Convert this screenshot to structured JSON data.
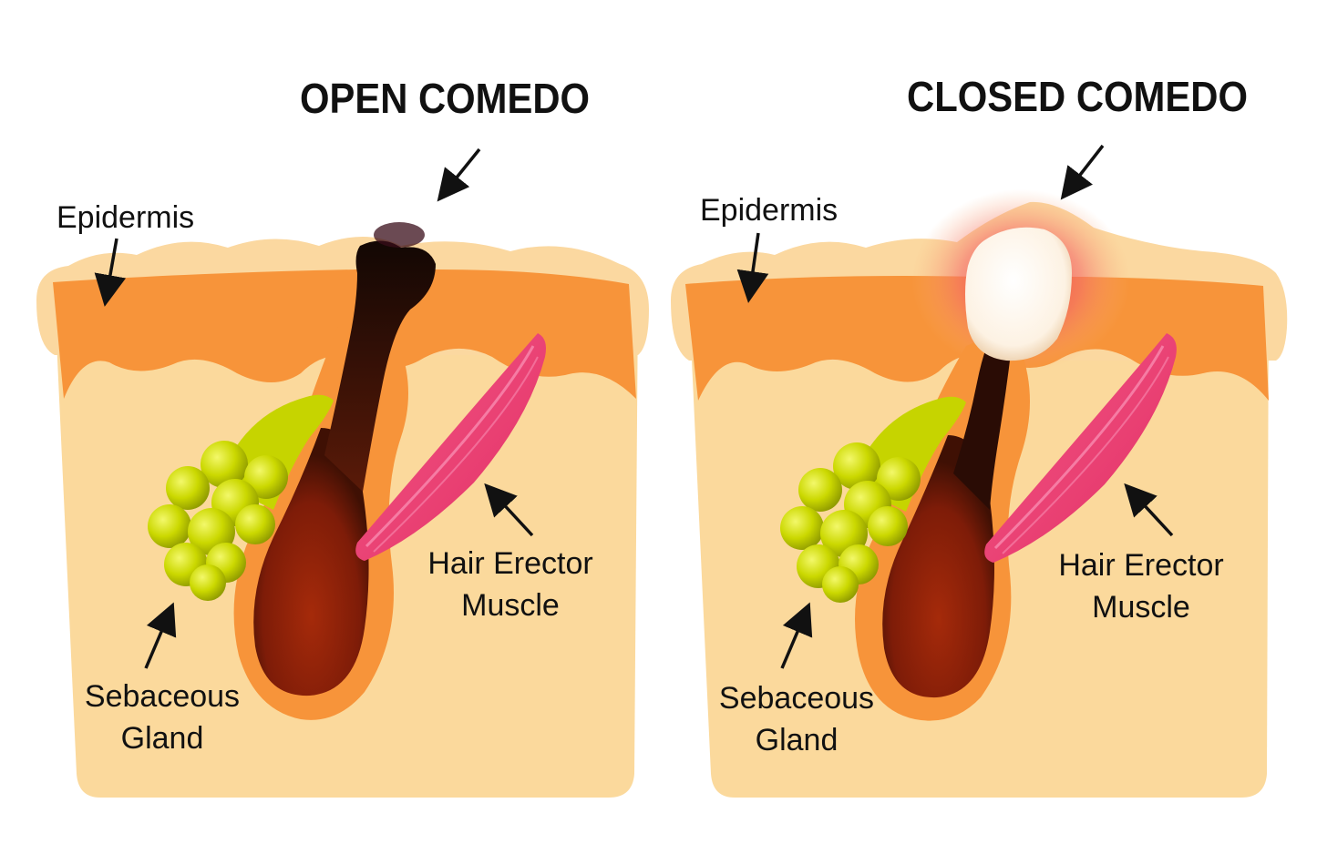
{
  "panels": [
    {
      "title": "OPEN COMEDO",
      "labels": {
        "epidermis": "Epidermis",
        "sebaceous_line1": "Sebaceous",
        "sebaceous_line2": "Gland",
        "muscle_line1": "Hair Erector",
        "muscle_line2": "Muscle"
      }
    },
    {
      "title": "CLOSED COMEDO",
      "labels": {
        "epidermis": "Epidermis",
        "sebaceous_line1": "Sebaceous",
        "sebaceous_line2": "Gland",
        "muscle_line1": "Hair Erector",
        "muscle_line2": "Muscle"
      }
    }
  ],
  "colors": {
    "skin_base": "#fbd99c",
    "skin_top": "#fbd8a0",
    "epidermis": "#f7943a",
    "follicle_outer": "#f7943a",
    "hair_bulb": "#8e2008",
    "blackhead": "#1a0b06",
    "gland": "#c6d400",
    "muscle": "#ea3f74",
    "whitehead": "#fff8ee",
    "inflammation": "#f04a52"
  }
}
